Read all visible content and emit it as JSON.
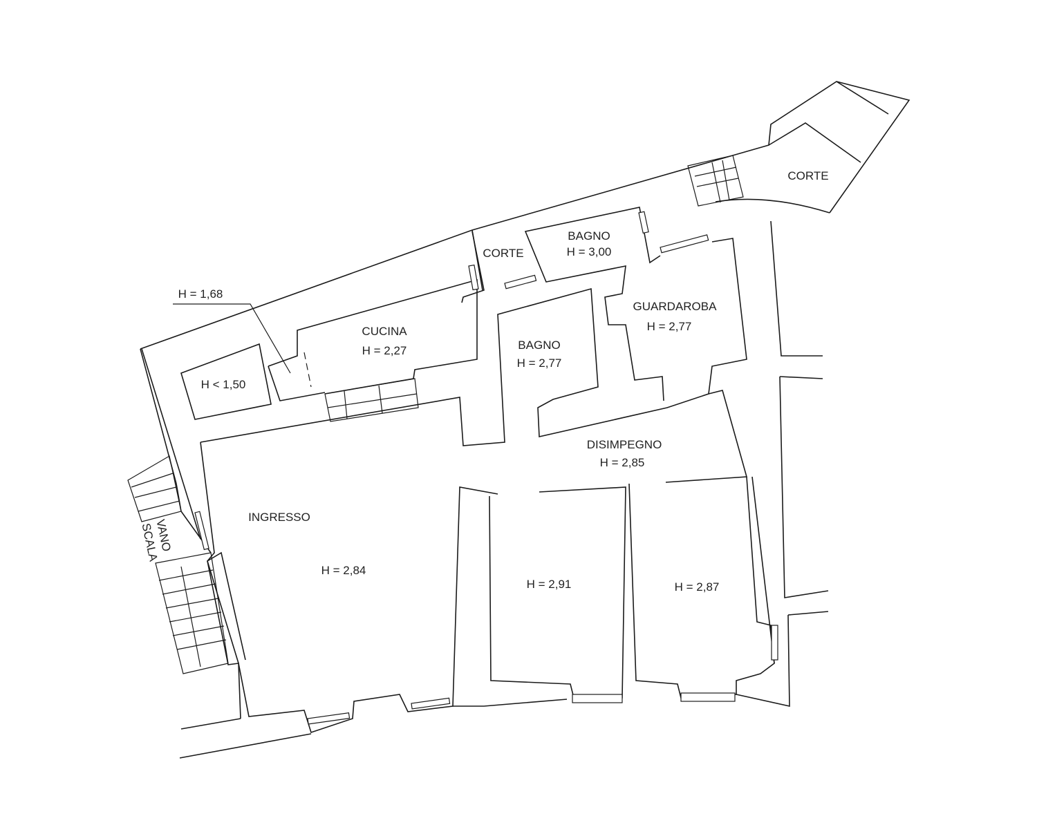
{
  "plan": {
    "rooms": [
      {
        "name": "CORTE",
        "height": ""
      },
      {
        "name": "CORTE",
        "height": ""
      },
      {
        "name": "BAGNO",
        "height": "H = 3,00"
      },
      {
        "name": "CUCINA",
        "height": "H = 2,27"
      },
      {
        "name": "BAGNO",
        "height": "H = 2,77"
      },
      {
        "name": "GUARDAROBA",
        "height": "H = 2,77"
      },
      {
        "name": "DISIMPEGNO",
        "height": "H = 2,85"
      },
      {
        "name": "INGRESSO",
        "height": "H = 2,84"
      },
      {
        "name": "",
        "height": "H = 2,91"
      },
      {
        "name": "",
        "height": "H = 2,87"
      },
      {
        "name": "",
        "height": "H < 1,50"
      }
    ],
    "annotation": "H = 1,68",
    "stair_label_1": "VANO",
    "stair_label_2": "SCALA"
  }
}
